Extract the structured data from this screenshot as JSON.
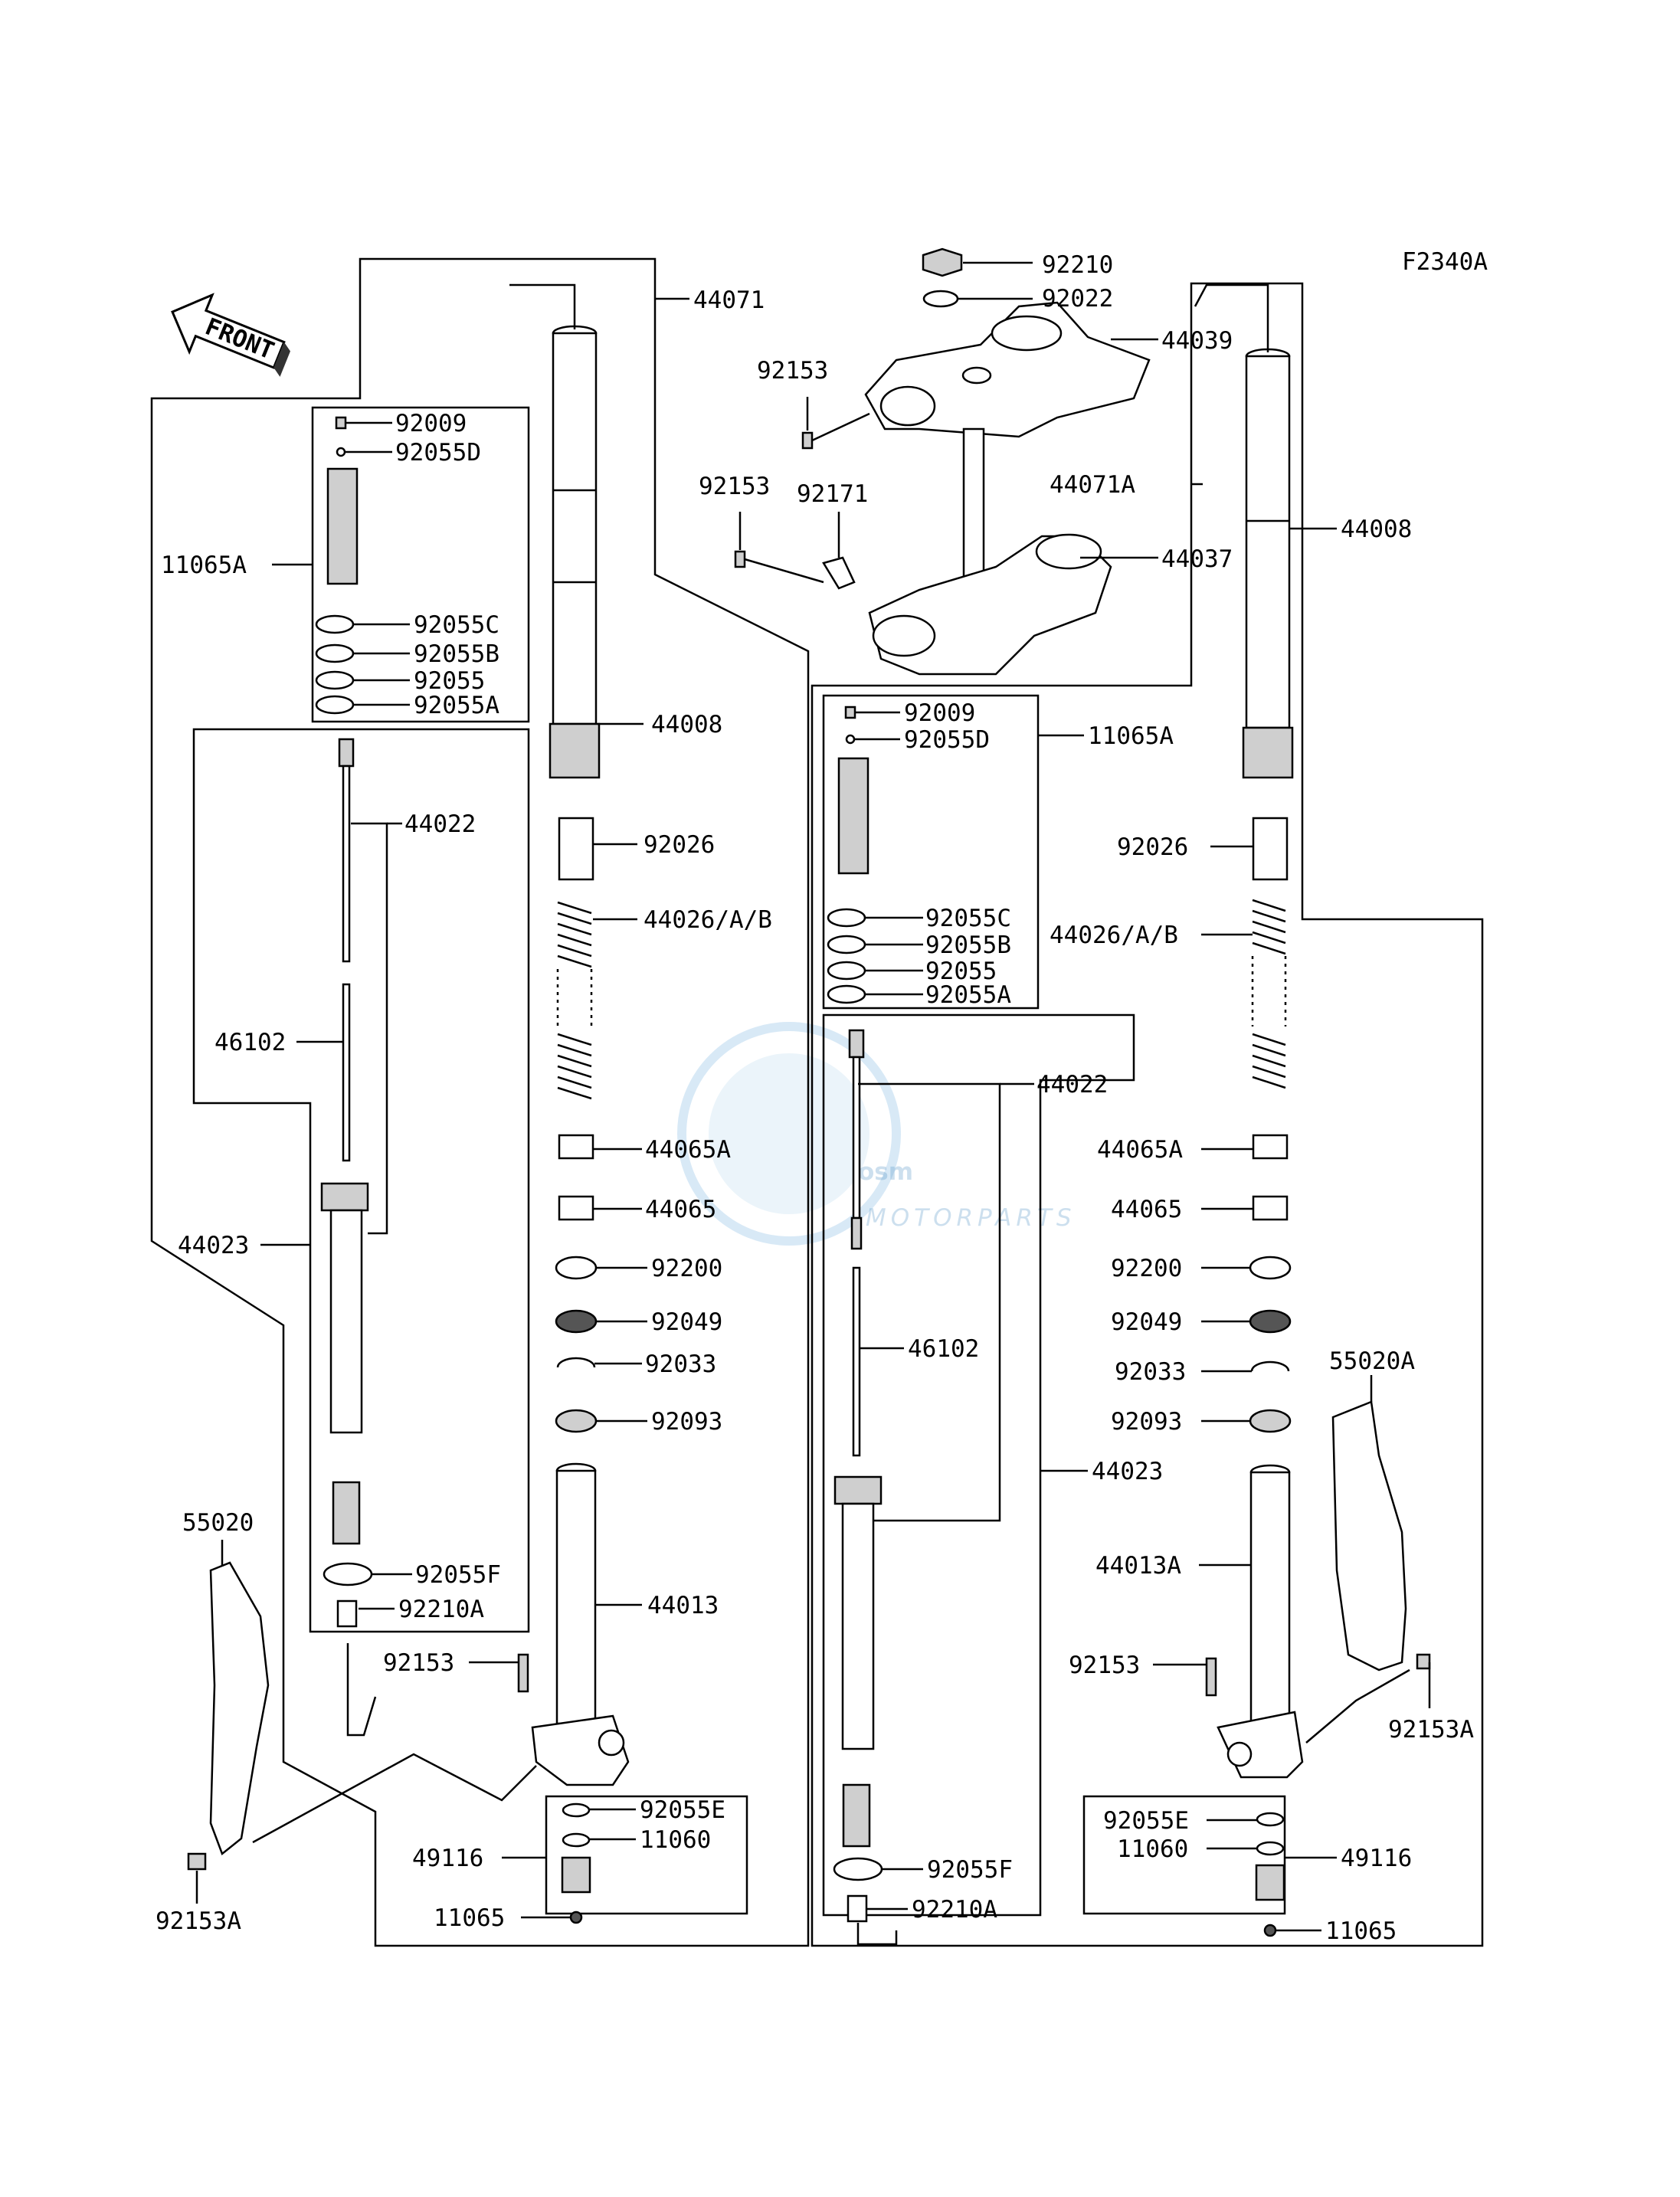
{
  "diagram_code": "F2340A",
  "front_label": "FRONT",
  "watermark": {
    "brand": "osm",
    "tagline": "MOTORPARTS"
  },
  "labels": {
    "top": [
      "92210",
      "92022",
      "44039",
      "92153",
      "92153",
      "92171",
      "44037",
      "44071",
      "44071A"
    ],
    "left_cartridge": [
      "92009",
      "92055D",
      "11065A",
      "92055C",
      "92055B",
      "92055",
      "92055A"
    ],
    "left_leg": [
      "44022",
      "46102",
      "44023",
      "92055F",
      "92210A",
      "92153",
      "55020",
      "92153A",
      "44008",
      "92026",
      "44026/A/B",
      "44065A",
      "44065",
      "92200",
      "92049",
      "92033",
      "92093",
      "44013",
      "92055E",
      "11060",
      "49116",
      "11065"
    ],
    "right_cartridge": [
      "92009",
      "92055D",
      "11065A",
      "92055C",
      "92055B",
      "92055",
      "92055A"
    ],
    "right_leg": [
      "44008",
      "92026",
      "44026/A/B",
      "44022",
      "44065A",
      "44065",
      "92200",
      "92049",
      "46102",
      "92033",
      "92093",
      "55020A",
      "44023",
      "44013A",
      "92153",
      "92153A",
      "92055E",
      "11060",
      "49116",
      "92055F",
      "92210A",
      "11065"
    ]
  }
}
